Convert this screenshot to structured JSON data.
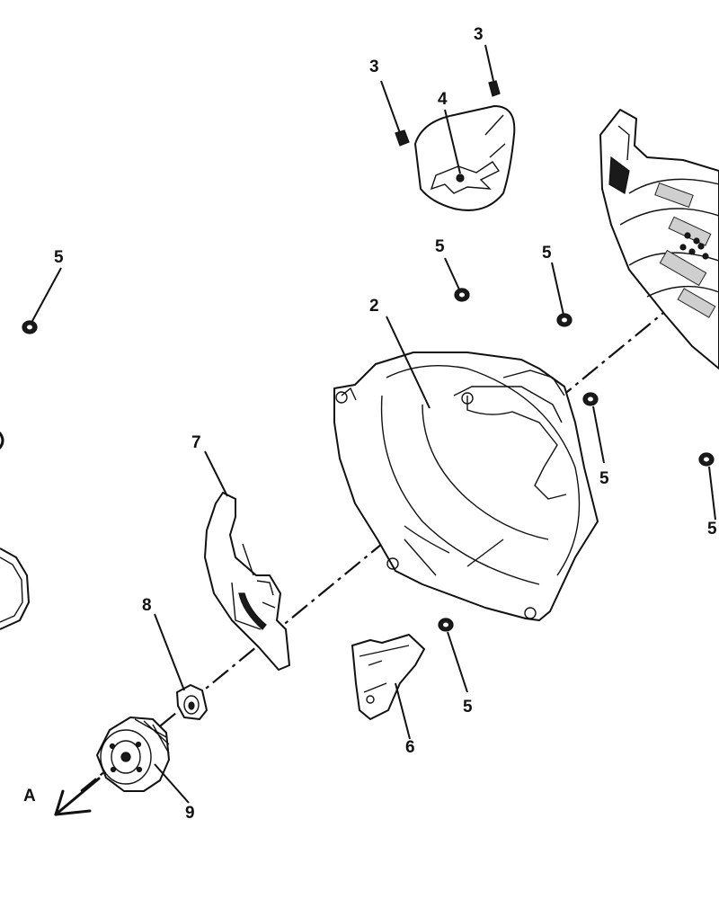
{
  "labels": {
    "l3a": "3",
    "l3b": "3",
    "l4": "4",
    "l5a": "5",
    "l5b": "5",
    "l5c": "5",
    "l2": "2",
    "l5d": "5",
    "l5e": "5",
    "l7": "7",
    "l8": "8",
    "l5f": "5",
    "l6": "6",
    "l9": "9",
    "lA": "A"
  }
}
